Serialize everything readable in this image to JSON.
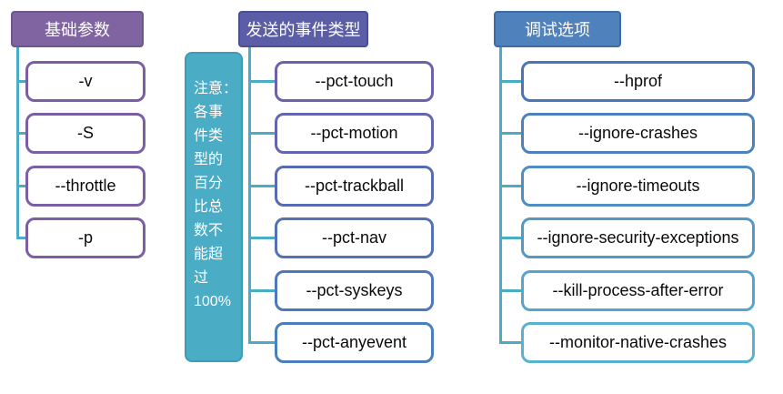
{
  "diagram_title": "monkey command options diagram",
  "colors": {
    "connector": "#4BACC6",
    "purple_header": "#8064A2",
    "indigo_header": "#5B5EA6",
    "blue_header": "#4F81BD",
    "teal_note": "#4BACC6"
  },
  "trees": [
    {
      "header": {
        "label": "基础参数",
        "fill": "#8064A2",
        "border": "#6D5590"
      },
      "items": [
        {
          "label": "-v",
          "border_color": "#7B5FA5"
        },
        {
          "label": "-S",
          "border_color": "#7B5FA5"
        },
        {
          "label": "--throttle",
          "border_color": "#7B5FA5"
        },
        {
          "label": "-p",
          "border_color": "#7B5FA5"
        }
      ]
    },
    {
      "header": {
        "label": "发送的事件类型",
        "fill": "#5B5EA6",
        "border": "#4B4E92"
      },
      "note": {
        "fill": "#4BACC6",
        "border": "#3D9DB8",
        "text": "注意：各事件类型的百分比总数不能超过100%",
        "lines": [
          "注意：",
          "各事",
          "件类",
          "型的",
          "百分",
          "比总",
          "数不",
          "能超",
          "过",
          "100%"
        ]
      },
      "items": [
        {
          "label": "--pct-touch",
          "border_color": "#6E61AC"
        },
        {
          "label": "--pct-motion",
          "border_color": "#6366AF"
        },
        {
          "label": "--pct-trackball",
          "border_color": "#586BB2"
        },
        {
          "label": "--pct-nav",
          "border_color": "#5372B6"
        },
        {
          "label": "--pct-syskeys",
          "border_color": "#4E78B9"
        },
        {
          "label": "--pct-anyevent",
          "border_color": "#4A7EBC"
        }
      ]
    },
    {
      "header": {
        "label": "调试选项",
        "fill": "#4F81BD",
        "border": "#3E6DA5"
      },
      "items": [
        {
          "label": "--hprof",
          "border_color": "#4A75B8"
        },
        {
          "label": "--ignore-crashes",
          "border_color": "#4D81BE"
        },
        {
          "label": "--ignore-timeouts",
          "border_color": "#508DC3"
        },
        {
          "label": "--ignore-security-exceptions",
          "border_color": "#5399C8"
        },
        {
          "label": "--kill-process-after-error",
          "border_color": "#56A5CD"
        },
        {
          "label": "--monitor-native-crashes",
          "border_color": "#59B1D3"
        }
      ]
    }
  ]
}
